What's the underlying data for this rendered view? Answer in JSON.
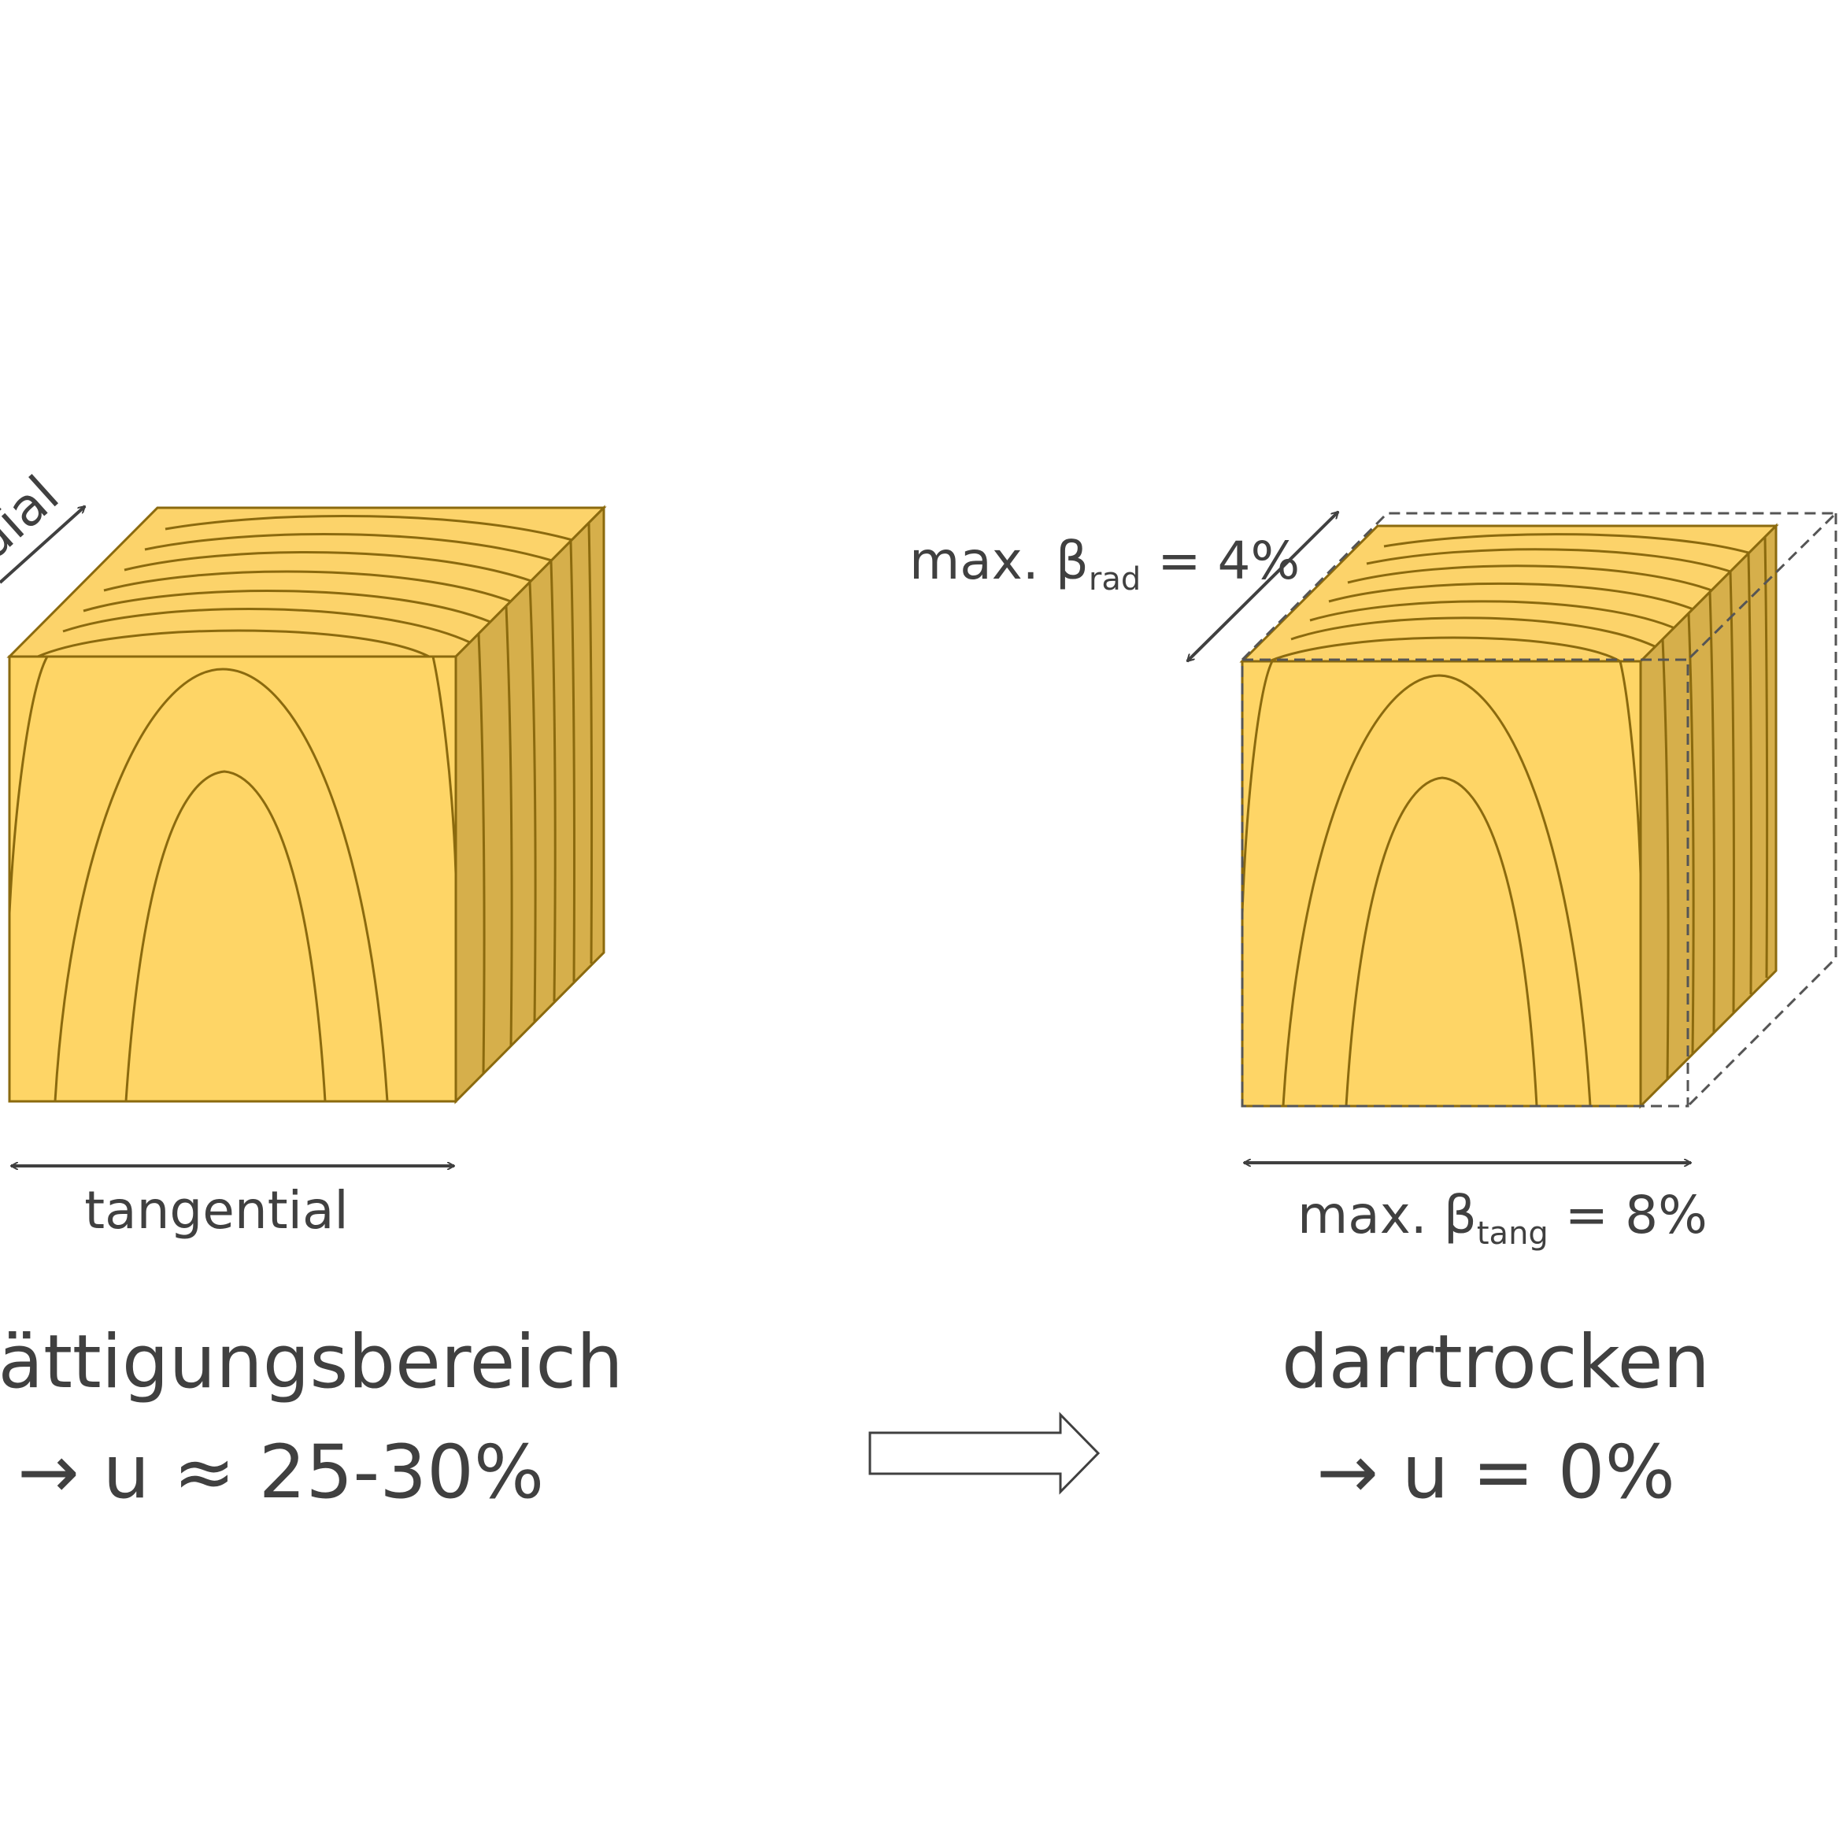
{
  "left_block": {
    "axis_label_top": "radial",
    "axis_label_bottom": "tangential",
    "state_title": "Fasersättigungsbereich",
    "state_value": "→ u ≈ 25-30%"
  },
  "right_block": {
    "shrink_rad": {
      "prefix": "max. β",
      "sub": "rad",
      "suffix": " = 4%"
    },
    "shrink_tang": {
      "prefix": "max. β",
      "sub": "tang",
      "suffix": " = 8%"
    },
    "state_title": "darrtrocken",
    "state_value": "→ u = 0%"
  },
  "colors": {
    "wood_front": "#FED566",
    "wood_top": "#FCD36A",
    "wood_side": "#D6AF4B",
    "grain_line": "#8B6A0E",
    "text": "#404040",
    "dash_outline": "#555555"
  },
  "icons": {
    "transition_arrow": "block-arrow-right-icon"
  }
}
